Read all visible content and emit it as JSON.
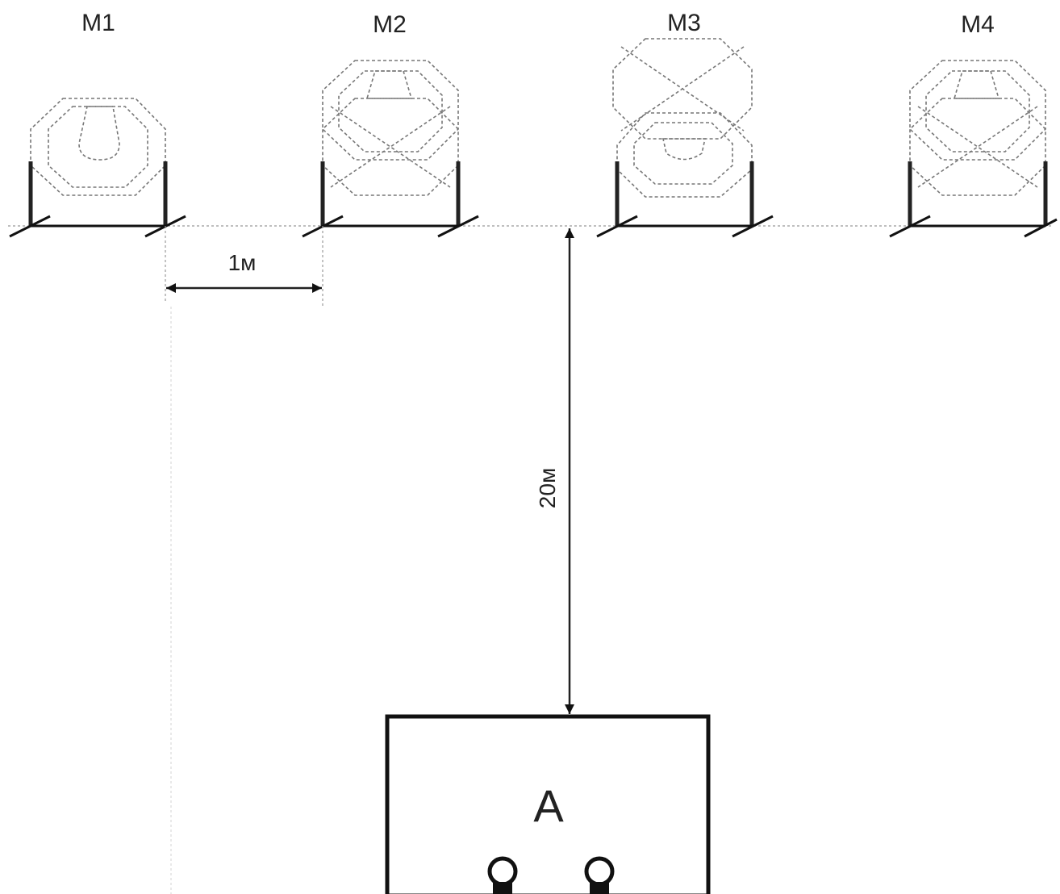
{
  "targets": [
    {
      "label": "M1",
      "kind": "small-head"
    },
    {
      "label": "M2",
      "kind": "head-over-cross"
    },
    {
      "label": "M3",
      "kind": "cross-over-small"
    },
    {
      "label": "M4",
      "kind": "head-over-cross"
    }
  ],
  "dimension_spacing": "1м",
  "dimension_distance": "20м",
  "shooter_position": "A",
  "colors": {
    "ink": "#111111",
    "target_line": "#777777",
    "background": "#ffffff"
  }
}
